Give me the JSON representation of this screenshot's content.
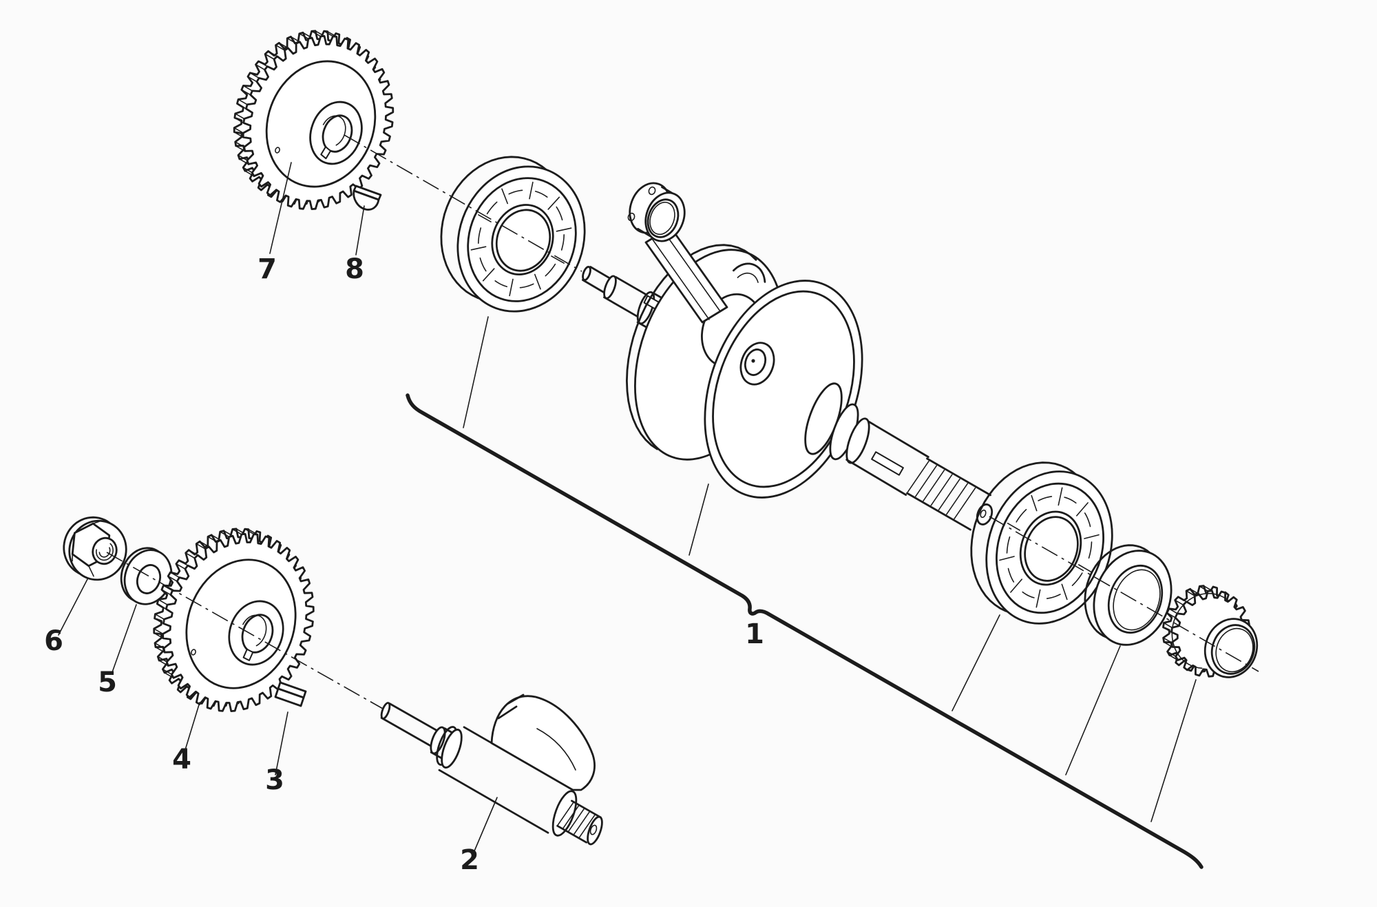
{
  "diagram": {
    "type": "exploded-parts-diagram",
    "subject": "crankshaft and balance shaft assembly",
    "style": "black line art on white background"
  },
  "colors": {
    "background": "#fbfbfb",
    "line": "#1c1c1c"
  },
  "labels": {
    "l1": {
      "text": "1"
    },
    "l2": {
      "text": "2"
    },
    "l3": {
      "text": "3"
    },
    "l4": {
      "text": "4"
    },
    "l5": {
      "text": "5"
    },
    "l6": {
      "text": "6"
    },
    "l7": {
      "text": "7"
    },
    "l8": {
      "text": "8"
    }
  },
  "parts": [
    {
      "label": "1",
      "name": "crankshaft-assembly-with-bearings-seal-and-sprocket"
    },
    {
      "label": "2",
      "name": "balance-shaft-with-counterweight"
    },
    {
      "label": "3",
      "name": "straight-key"
    },
    {
      "label": "4",
      "name": "balance-shaft-gear"
    },
    {
      "label": "5",
      "name": "washer"
    },
    {
      "label": "6",
      "name": "hex-flange-nut"
    },
    {
      "label": "7",
      "name": "drive-gear"
    },
    {
      "label": "8",
      "name": "woodruff-key"
    }
  ]
}
